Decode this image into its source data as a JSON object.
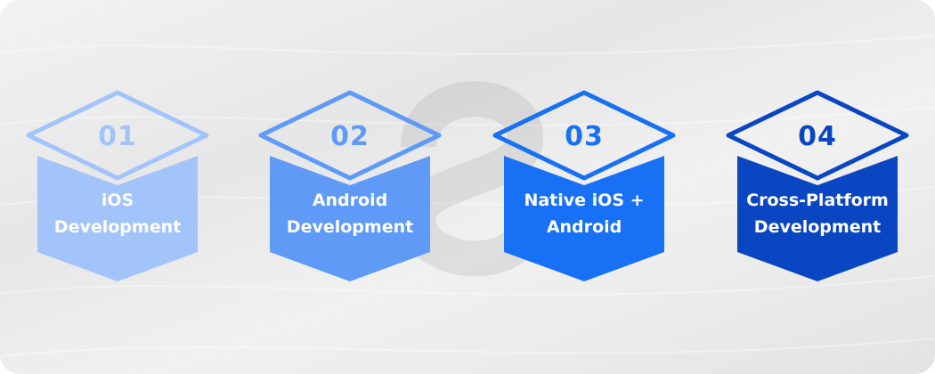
{
  "steps": [
    {
      "number": "01",
      "label": "iOS Development",
      "color": "#a3c4fb",
      "outline": "#a3c4fb",
      "number_color": "#a3c4fb"
    },
    {
      "number": "02",
      "label": "Android Development",
      "color": "#5e9af6",
      "outline": "#5e9af6",
      "number_color": "#5e9af6"
    },
    {
      "number": "03",
      "label": "Native iOS + Android",
      "color": "#1870f5",
      "outline": "#1870f5",
      "number_color": "#1870f5"
    },
    {
      "number": "04",
      "label": "Cross-Platform Development",
      "color": "#0b46c2",
      "outline": "#0b46c2",
      "number_color": "#0b46c2"
    }
  ],
  "background_logo_icon": "swirl-logo-icon"
}
